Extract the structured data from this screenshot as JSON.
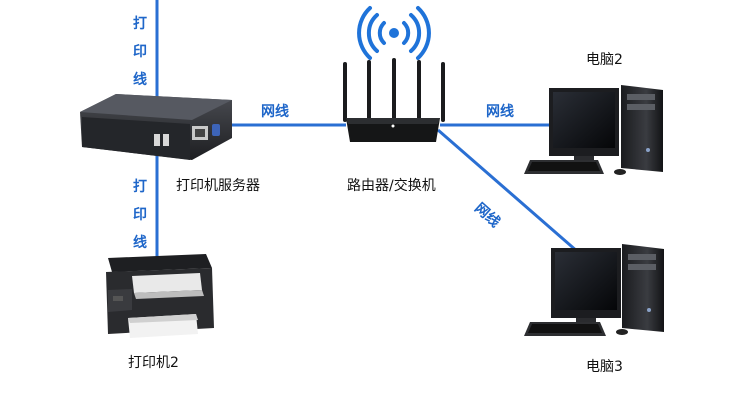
{
  "colors": {
    "cable": "#2a6fd3",
    "cable_label": "#1e66c9",
    "wifi": "#1f73d9",
    "device_dark": "#2b2d31",
    "device_black": "#151617",
    "screen": "#0a0c10",
    "printer_body": "#2a2b2e",
    "printer_panel": "#e9e9e9",
    "background": "#ffffff"
  },
  "cables": {
    "top_print_cable": [
      "打",
      "印",
      "线"
    ],
    "bottom_print_cable": [
      "打",
      "印",
      "线"
    ],
    "router_link": "网线",
    "pc2_link": "网线",
    "pc3_link": "网线"
  },
  "devices": {
    "print_server": {
      "label": "打印机服务器",
      "icon": "print-server-icon"
    },
    "router": {
      "label": "路由器/交换机",
      "icon": "router-icon"
    },
    "pc2": {
      "label": "电脑2",
      "icon": "desktop-computer-icon"
    },
    "pc3": {
      "label": "电脑3",
      "icon": "desktop-computer-icon"
    },
    "printer": {
      "label": "打印机2",
      "icon": "printer-icon"
    }
  },
  "icons": [
    "wifi-icon"
  ]
}
